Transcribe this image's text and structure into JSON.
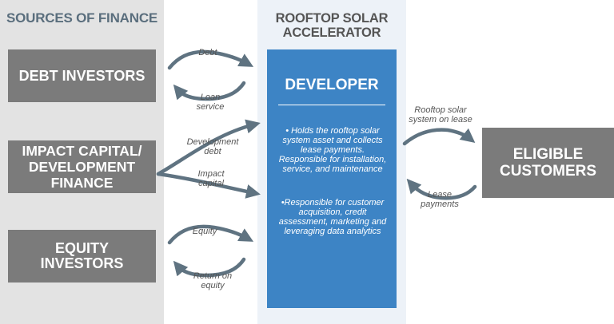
{
  "columns": {
    "sources_title": "SOURCES OF FINANCE",
    "accelerator_title": "ROOFTOP SOLAR ACCELERATOR"
  },
  "boxes": {
    "debt_investors": "DEBT INVESTORS",
    "impact_capital": "IMPACT CAPITAL/ DEVELOPMENT FINANCE",
    "equity_investors": "EQUITY INVESTORS",
    "eligible_customers": "ELIGIBLE CUSTOMERS"
  },
  "developer": {
    "title": "DEVELOPER",
    "bullet_1": "• Holds the rooftop solar system asset and collects lease payments. Responsible for installation, service, and maintenance",
    "bullet_2": "•Responsible for customer acquisition, credit assessment, marketing and leveraging data analytics"
  },
  "flows": {
    "debt": "Debt",
    "loan_service": "Loan service",
    "development_debt": "Development debt",
    "impact_capital": "Impact capital",
    "equity": "Equity",
    "return_on_equity": "Return on equity",
    "rooftop_lease": "Rooftop solar system on lease",
    "lease_payments": "Lease payments"
  },
  "colors": {
    "left_column_bg": "#e3e3e3",
    "middle_column_bg": "#edf2f8",
    "gray_box": "#7b7b7b",
    "developer_box": "#3d84c5",
    "arrow": "#5f7381",
    "title_text": "#5a6e7d"
  }
}
